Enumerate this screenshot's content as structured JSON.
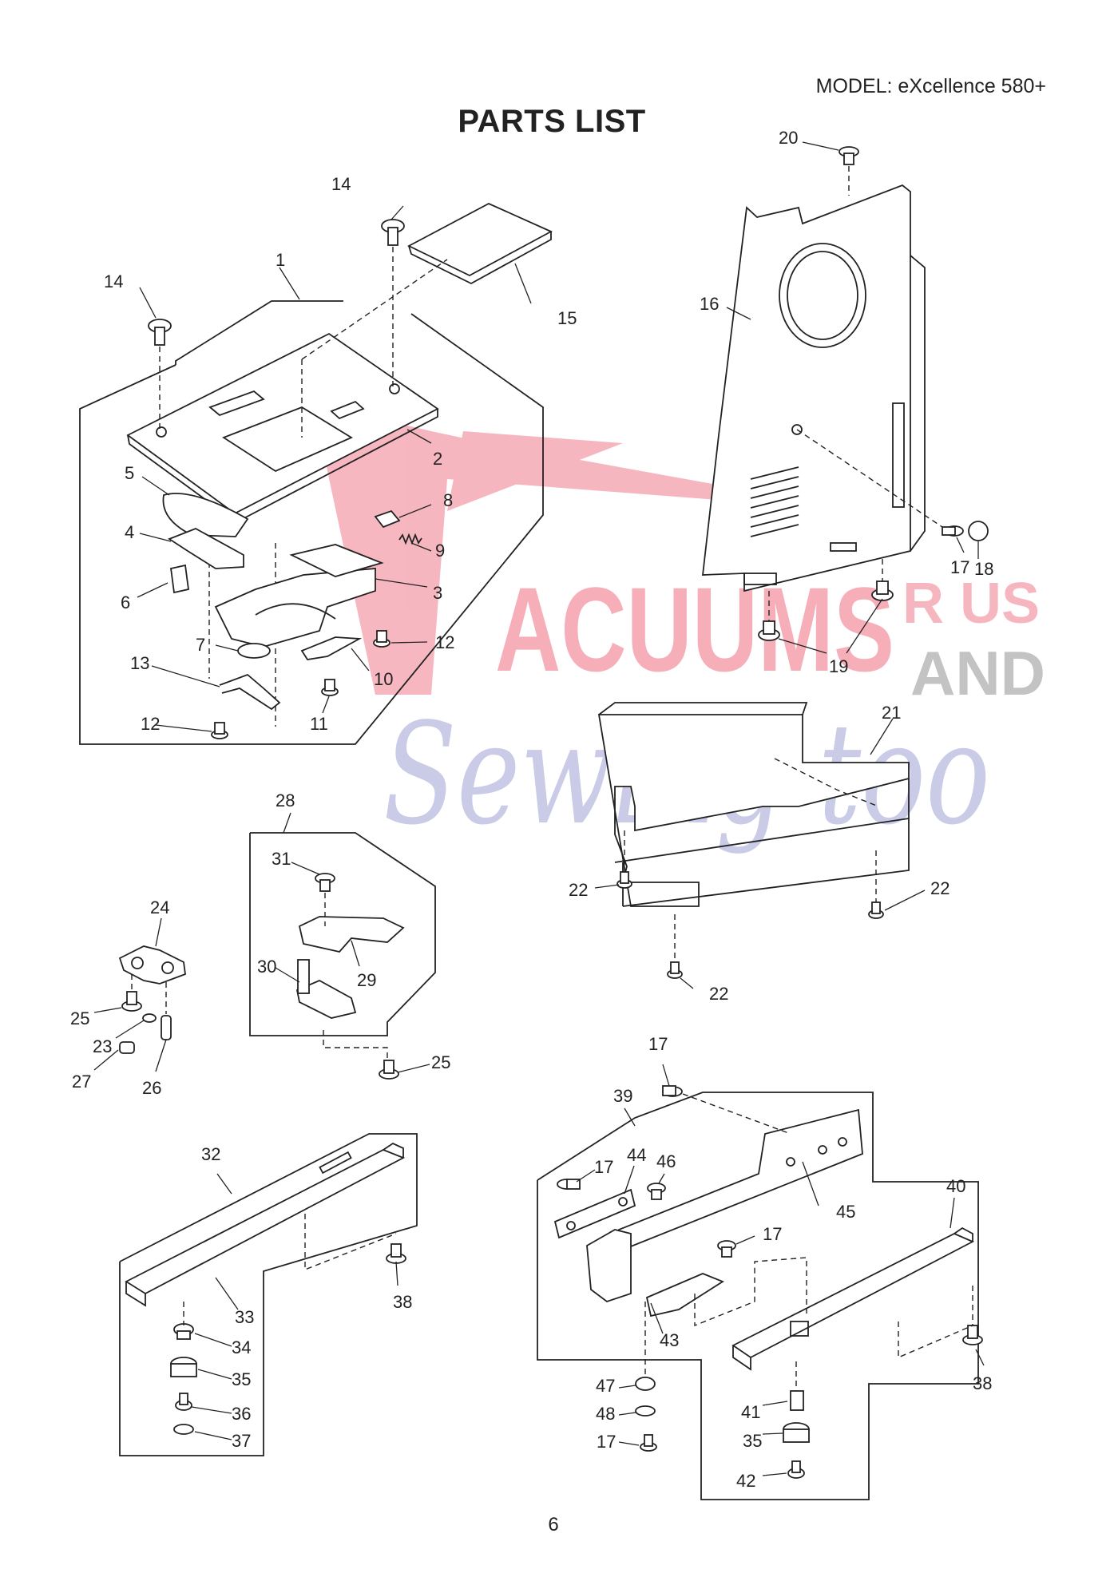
{
  "header": {
    "model": "MODEL: eXcellence 580+",
    "title": "PARTS LIST"
  },
  "footer": {
    "page_number": "6"
  },
  "watermark": {
    "word1": "ACUUMS",
    "word2": "R US",
    "word3": "AND",
    "word4": "Sewing too",
    "colors": {
      "red": "#e8304a",
      "gray": "#555555",
      "blue": "#5a5fb8"
    }
  },
  "callouts": {
    "c1": "1",
    "c2": "2",
    "c3": "3",
    "c4": "4",
    "c5": "5",
    "c6": "6",
    "c7": "7",
    "c8": "8",
    "c9": "9",
    "c10": "10",
    "c11": "11",
    "c12a": "12",
    "c12b": "12",
    "c13": "13",
    "c14a": "14",
    "c14b": "14",
    "c15": "15",
    "c16": "16",
    "c17a": "17",
    "c17b": "17",
    "c17c": "17",
    "c17d": "17",
    "c17e": "17",
    "c18": "18",
    "c19": "19",
    "c20": "20",
    "c21": "21",
    "c22a": "22",
    "c22b": "22",
    "c22c": "22",
    "c23": "23",
    "c24": "24",
    "c25a": "25",
    "c25b": "25",
    "c26": "26",
    "c27": "27",
    "c28": "28",
    "c29": "29",
    "c30": "30",
    "c31": "31",
    "c32": "32",
    "c33": "33",
    "c34": "34",
    "c35a": "35",
    "c35b": "35",
    "c36": "36",
    "c37": "37",
    "c38a": "38",
    "c38b": "38",
    "c39": "39",
    "c40": "40",
    "c41": "41",
    "c42": "42",
    "c43": "43",
    "c44": "44",
    "c45": "45",
    "c46": "46",
    "c47": "47",
    "c48": "48"
  }
}
